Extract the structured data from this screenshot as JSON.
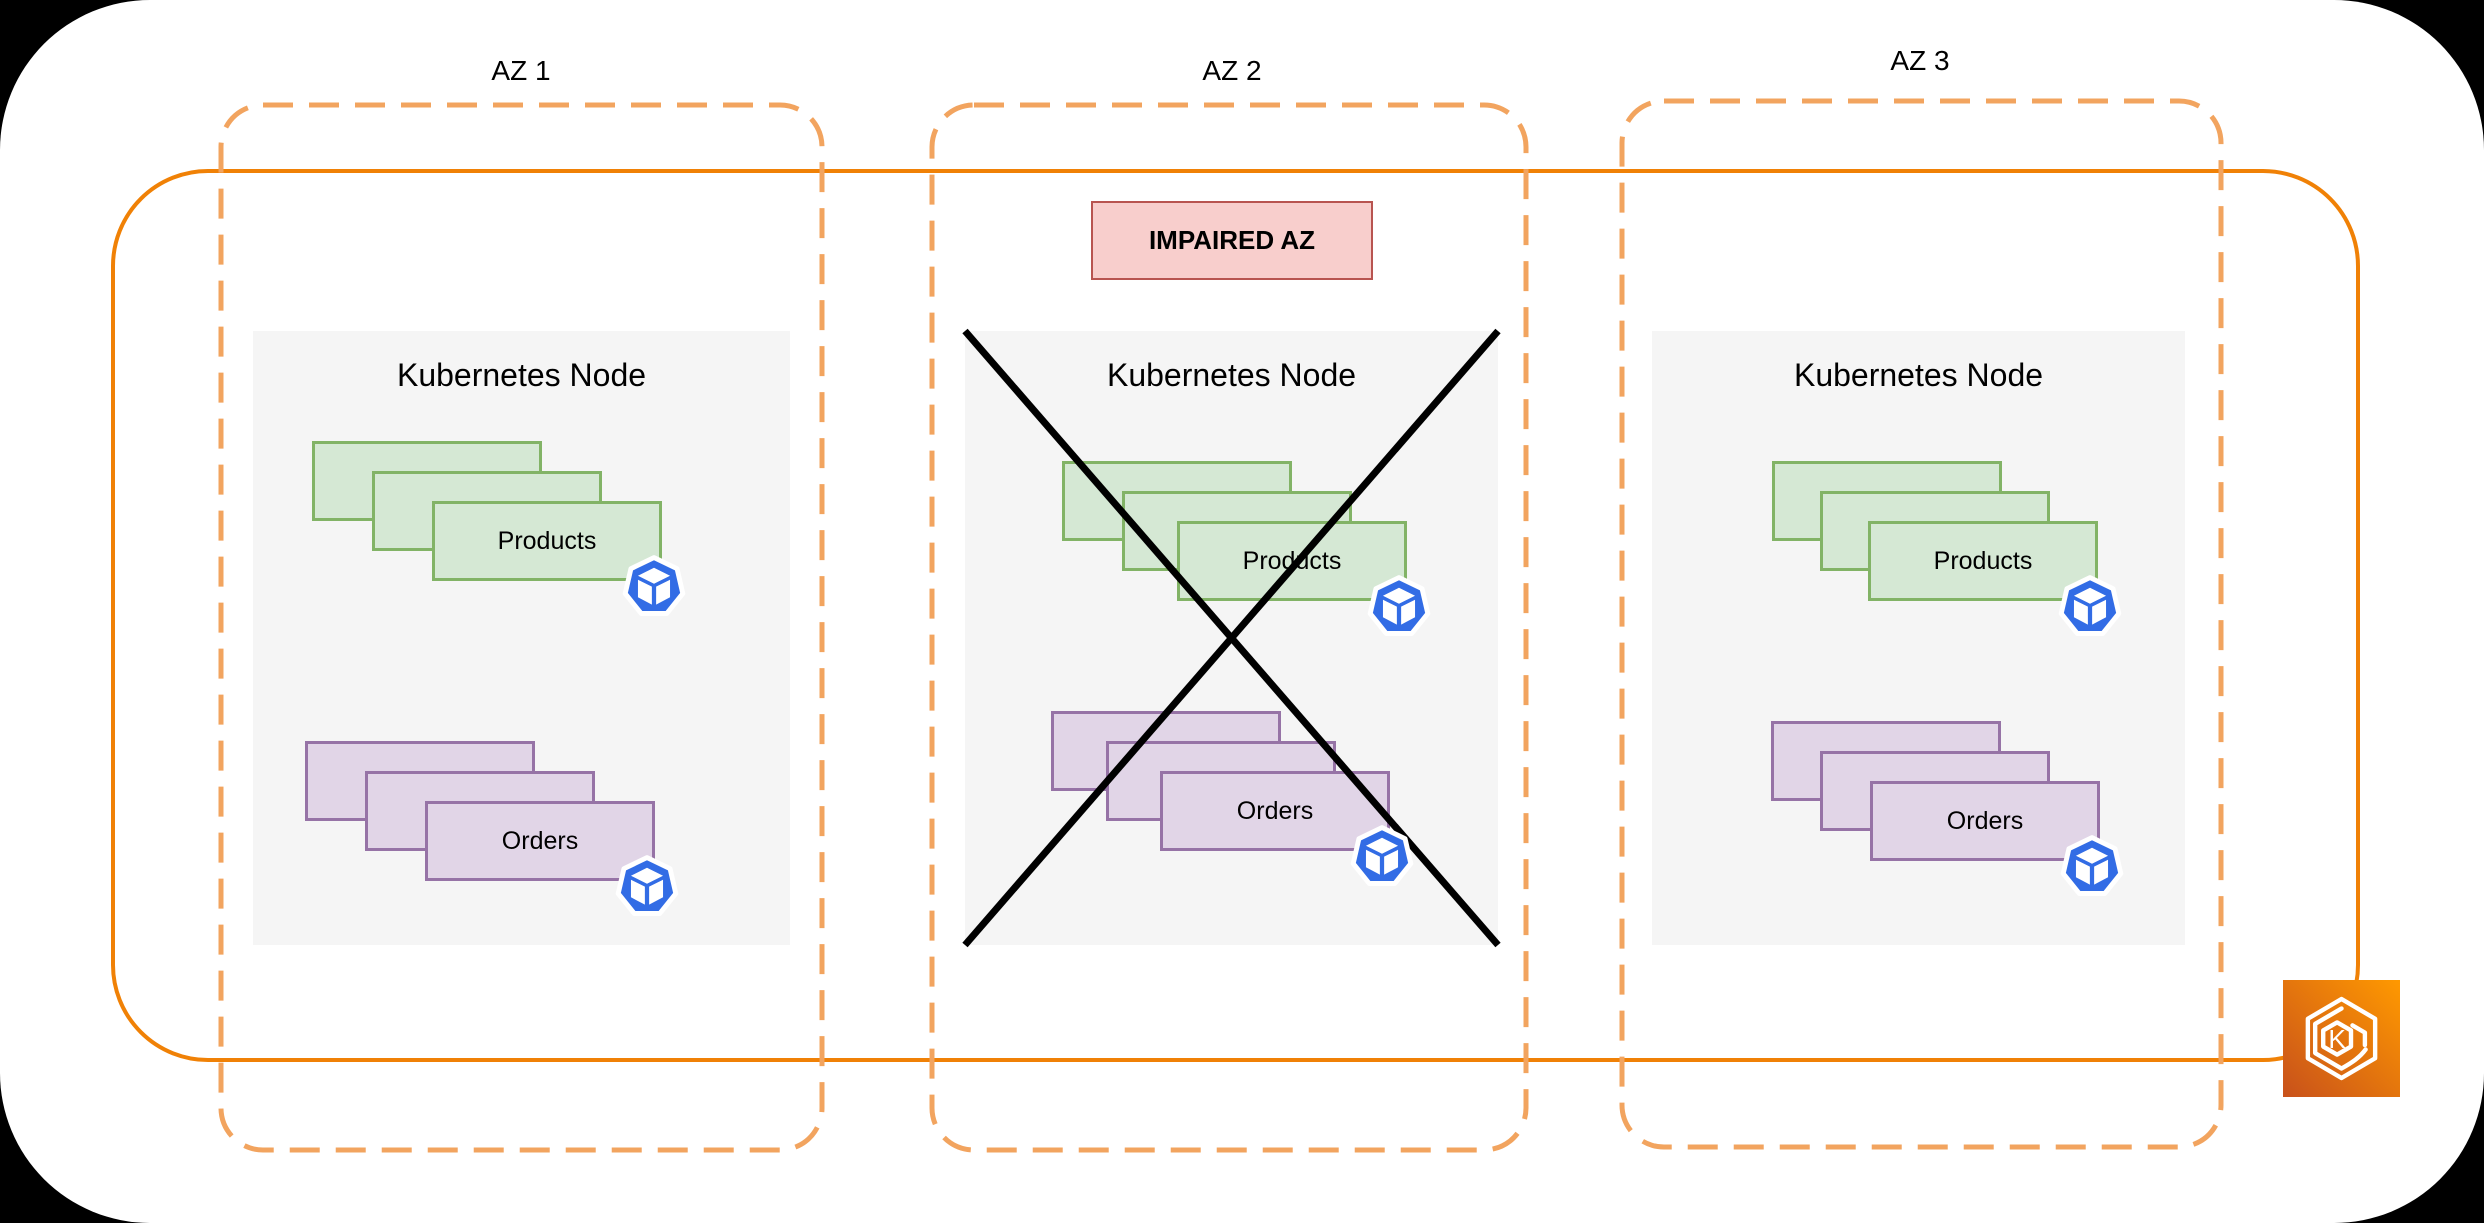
{
  "zones": [
    {
      "label": "AZ 1",
      "impaired": false
    },
    {
      "label": "AZ 2",
      "impaired": true
    },
    {
      "label": "AZ 3",
      "impaired": false
    }
  ],
  "impaired_badge": {
    "label": "IMPAIRED AZ"
  },
  "node": {
    "title": "Kubernetes Node"
  },
  "workloads": {
    "products": {
      "label": "Products"
    },
    "orders": {
      "label": "Orders"
    }
  },
  "eks": {
    "letter": "K"
  },
  "icons": {
    "pod": "kubernetes-pod-icon",
    "eks": "amazon-eks-icon"
  },
  "colors": {
    "az_boundary_dash": "#F2A45F",
    "cluster_boundary": "#F08106",
    "node_fill": "#F5F5F5",
    "products_fill": "#D5E8D4",
    "products_border": "#82B366",
    "orders_fill": "#E1D5E7",
    "orders_border": "#9673A6",
    "impaired_fill": "#F8CECC",
    "impaired_border": "#B85450",
    "pod_blue": "#326CE5",
    "failure_cross": "#000000",
    "eks_gradient_from": "#C8511B",
    "eks_gradient_to": "#FF9900",
    "canvas": "#FFFFFF",
    "page_background": "#000000"
  }
}
